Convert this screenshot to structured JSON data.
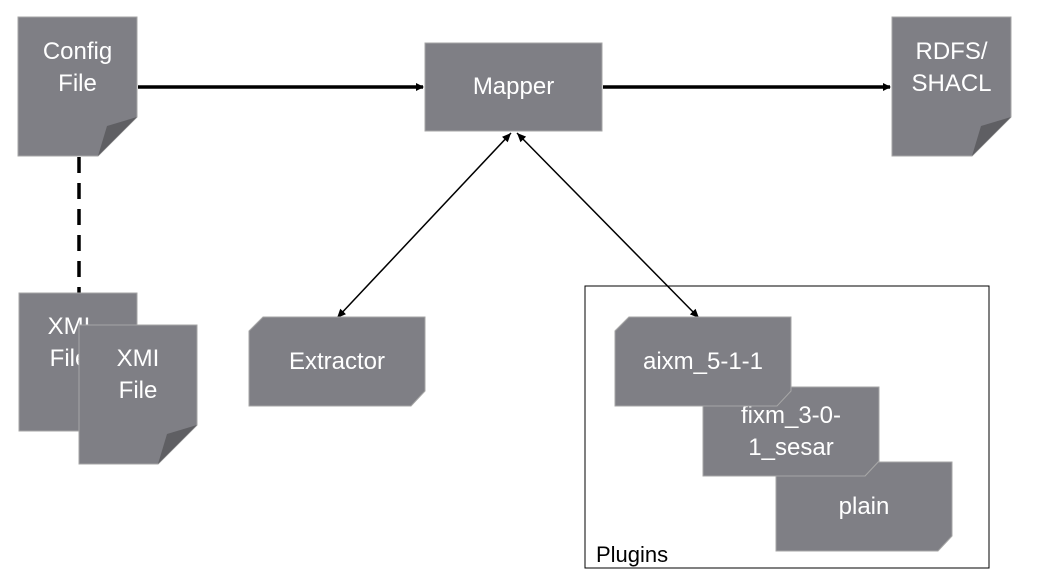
{
  "nodes": {
    "config_file": {
      "line1": "Config",
      "line2": "File"
    },
    "mapper": {
      "label": "Mapper"
    },
    "rdfs_shacl": {
      "line1": "RDFS/",
      "line2": "SHACL"
    },
    "xmi_back": {
      "line1": "XMI",
      "line2": "File"
    },
    "xmi_front": {
      "line1": "XMI",
      "line2": "File"
    },
    "extractor": {
      "label": "Extractor"
    }
  },
  "plugins": {
    "title": "Plugins",
    "items": [
      {
        "line1": "aixm_5-1-1",
        "line2": ""
      },
      {
        "line1": "fixm_3-0-",
        "line2": "1_sesar"
      },
      {
        "line1": "plain",
        "line2": ""
      }
    ]
  },
  "colors": {
    "shape_fill": "#7f7f85",
    "shape_stroke": "#a6a6a6",
    "fold_fill": "#5f5f63",
    "line": "#000000"
  }
}
